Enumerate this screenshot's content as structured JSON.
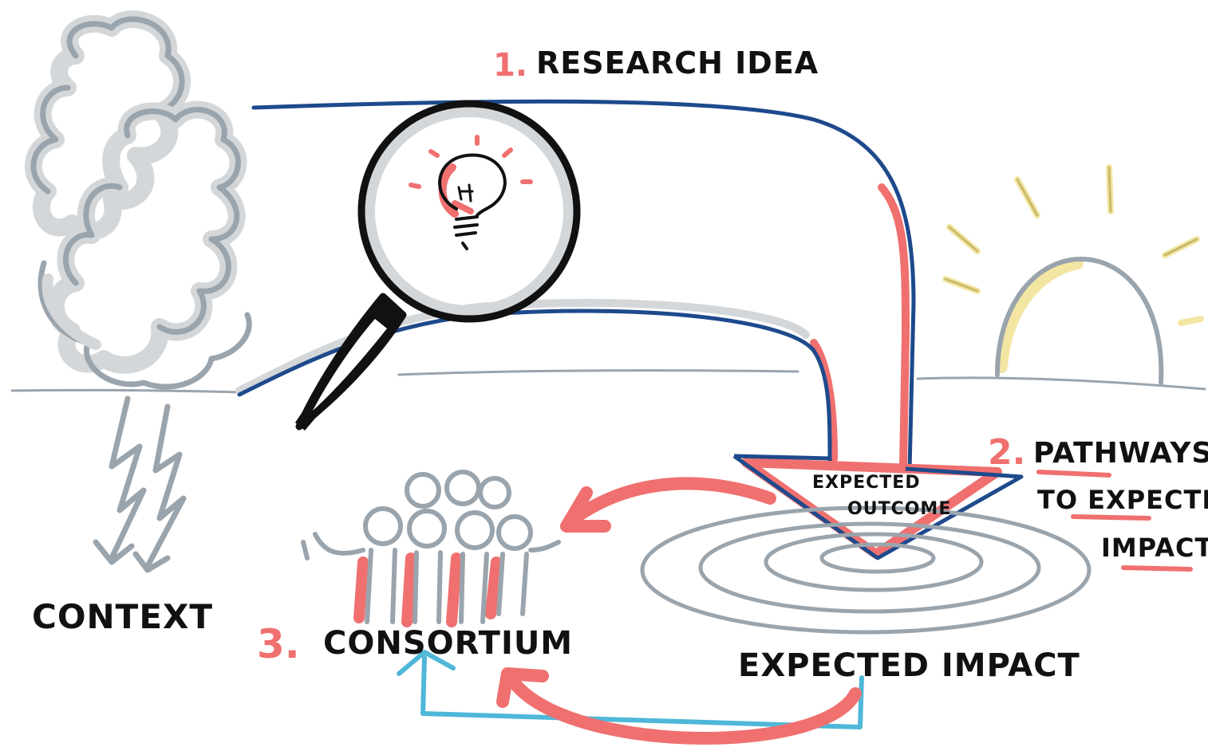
{
  "labels": {
    "research_idea": {
      "number": "1.",
      "text": "RESEARCH IDEA"
    },
    "context": "CONTEXT",
    "pathways": {
      "number": "2.",
      "line1": "PATHWAYS",
      "line2": "TO EXPECTED",
      "line3": "IMPACT"
    },
    "consortium": {
      "number": "3.",
      "text": "CONSORTIUM"
    },
    "expected_outcome": {
      "line1": "EXPECTED",
      "line2": "OUTCOME"
    },
    "expected_impact": "EXPECTED IMPACT"
  },
  "colors": {
    "ink": "#111111",
    "blue": "#1e4a8c",
    "red": "#f07070",
    "grey": "#9aa4ad",
    "light_grey": "#d4d7d9",
    "cyan": "#4fb7d8",
    "yellow": "#f3e6a3"
  },
  "icons": [
    "cloud-tree-icon",
    "lightning-icon",
    "magnifier-icon",
    "lightbulb-icon",
    "sun-icon",
    "target-icon",
    "people-group-icon"
  ]
}
